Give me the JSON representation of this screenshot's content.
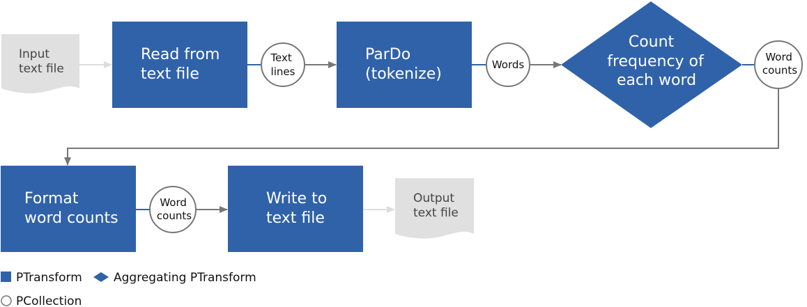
{
  "colors": {
    "ptransform": "#3062a9",
    "pcollection_stroke": "#777777",
    "edge": "#777777",
    "io_edge": "#dddddd",
    "document": "#e0e0e0"
  },
  "nodes": {
    "input_file": {
      "shape": "document",
      "lines": [
        "Input",
        "text file"
      ]
    },
    "read": {
      "shape": "rectangle",
      "lines": [
        "Read from",
        "text file"
      ]
    },
    "text_lines": {
      "shape": "circle",
      "lines": [
        "Text",
        "lines"
      ]
    },
    "pardo": {
      "shape": "rectangle",
      "lines": [
        "ParDo",
        "(tokenize)"
      ]
    },
    "words": {
      "shape": "circle",
      "lines": [
        "Words"
      ]
    },
    "count": {
      "shape": "diamond",
      "lines": [
        "Count",
        "frequency of",
        "each word"
      ]
    },
    "word_counts_1": {
      "shape": "circle",
      "lines": [
        "Word",
        "counts"
      ]
    },
    "format": {
      "shape": "rectangle",
      "lines": [
        "Format",
        "word counts"
      ]
    },
    "word_counts_2": {
      "shape": "circle",
      "lines": [
        "Word",
        "counts"
      ]
    },
    "write": {
      "shape": "rectangle",
      "lines": [
        "Write to",
        "text file"
      ]
    },
    "output_file": {
      "shape": "document",
      "lines": [
        "Output",
        "text file"
      ]
    }
  },
  "edges": [
    {
      "from": "input_file",
      "to": "read"
    },
    {
      "from": "read",
      "to": "text_lines"
    },
    {
      "from": "text_lines",
      "to": "pardo"
    },
    {
      "from": "pardo",
      "to": "words"
    },
    {
      "from": "words",
      "to": "count"
    },
    {
      "from": "count",
      "to": "word_counts_1"
    },
    {
      "from": "word_counts_1",
      "to": "format"
    },
    {
      "from": "format",
      "to": "word_counts_2"
    },
    {
      "from": "word_counts_2",
      "to": "write"
    },
    {
      "from": "write",
      "to": "output_file"
    }
  ],
  "legend": {
    "ptransform": "PTransform",
    "aggregating": "Aggregating PTransform",
    "pcollection": "PCollection"
  }
}
